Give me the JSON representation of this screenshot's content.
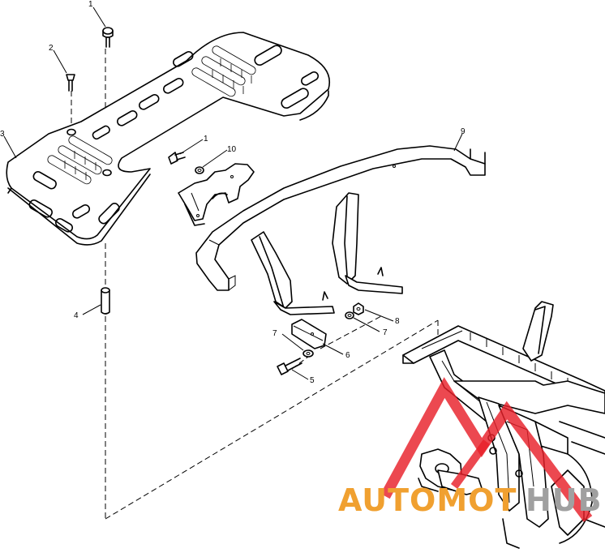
{
  "callouts": [
    {
      "id": "1",
      "text": "1"
    },
    {
      "id": "2",
      "text": "2"
    },
    {
      "id": "3",
      "text": "3"
    },
    {
      "id": "1b",
      "text": "1"
    },
    {
      "id": "10",
      "text": "10"
    },
    {
      "id": "9",
      "text": "9"
    },
    {
      "id": "4",
      "text": "4"
    },
    {
      "id": "8",
      "text": "8"
    },
    {
      "id": "7a",
      "text": "7"
    },
    {
      "id": "7b",
      "text": "7"
    },
    {
      "id": "6",
      "text": "6"
    },
    {
      "id": "5",
      "text": "5"
    }
  ],
  "watermark": {
    "text_part1": "AUTOMOT",
    "text_part2": "HUB",
    "color_text": "#f0a030",
    "color_triangle": "#e8202a"
  }
}
